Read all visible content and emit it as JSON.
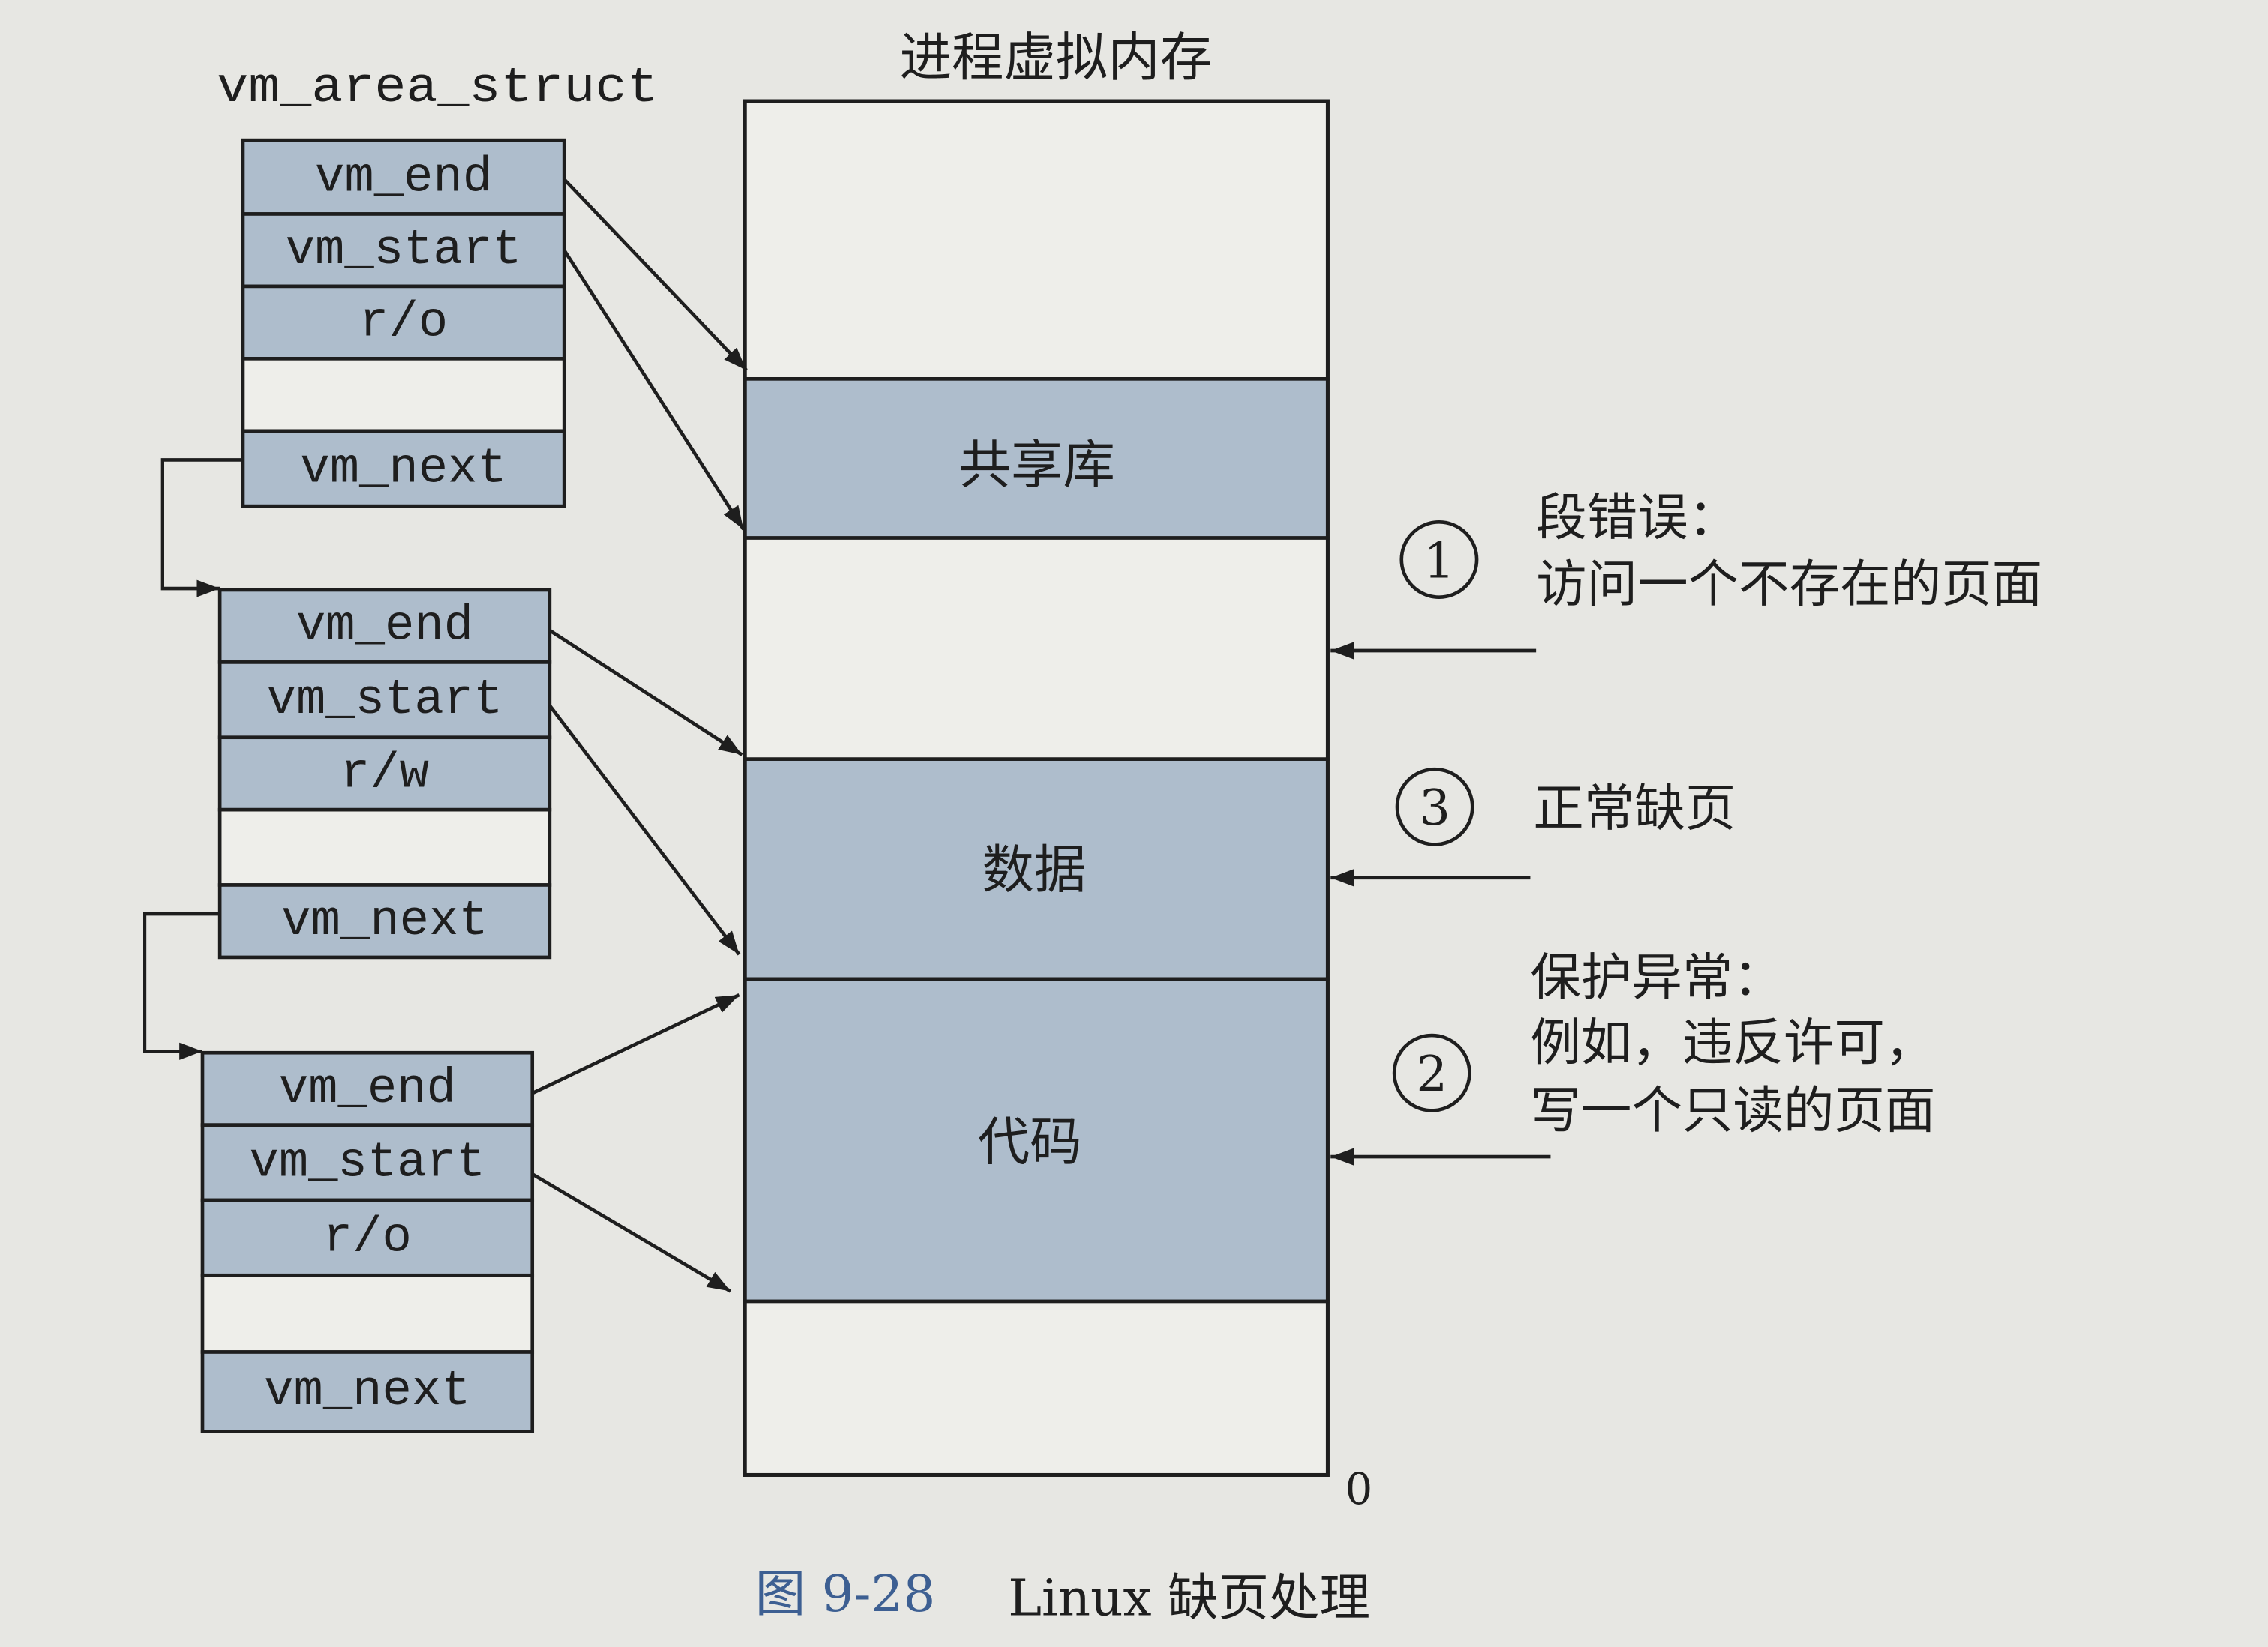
{
  "figure": {
    "struct_label": "vm_area_struct",
    "memory_title": "进程虚拟内存",
    "areas": [
      {
        "end": "vm_end",
        "start": "vm_start",
        "perm": "r/o",
        "next": "vm_next"
      },
      {
        "end": "vm_end",
        "start": "vm_start",
        "perm": "r/w",
        "next": "vm_next"
      },
      {
        "end": "vm_end",
        "start": "vm_start",
        "perm": "r/o",
        "next": "vm_next"
      }
    ],
    "memory_segments": {
      "shared_lib": "共享库",
      "data": "数据",
      "code": "代码"
    },
    "address_zero": "0",
    "annotations": [
      {
        "marker": "1",
        "lines": [
          "段错误：",
          "访问一个不存在的页面"
        ]
      },
      {
        "marker": "3",
        "lines": [
          "正常缺页"
        ]
      },
      {
        "marker": "2",
        "lines": [
          "保护异常：",
          "例如，违反许可，",
          "写一个只读的页面"
        ]
      }
    ],
    "caption": {
      "number": "图 9-28",
      "title": "Linux 缺页处理"
    }
  },
  "colors": {
    "paper": "#e7e7e3",
    "blank": "#eeeeea",
    "shaded": "#aebdcc",
    "ink": "#1e1e1e",
    "caption_blue": "#3d5f92"
  }
}
